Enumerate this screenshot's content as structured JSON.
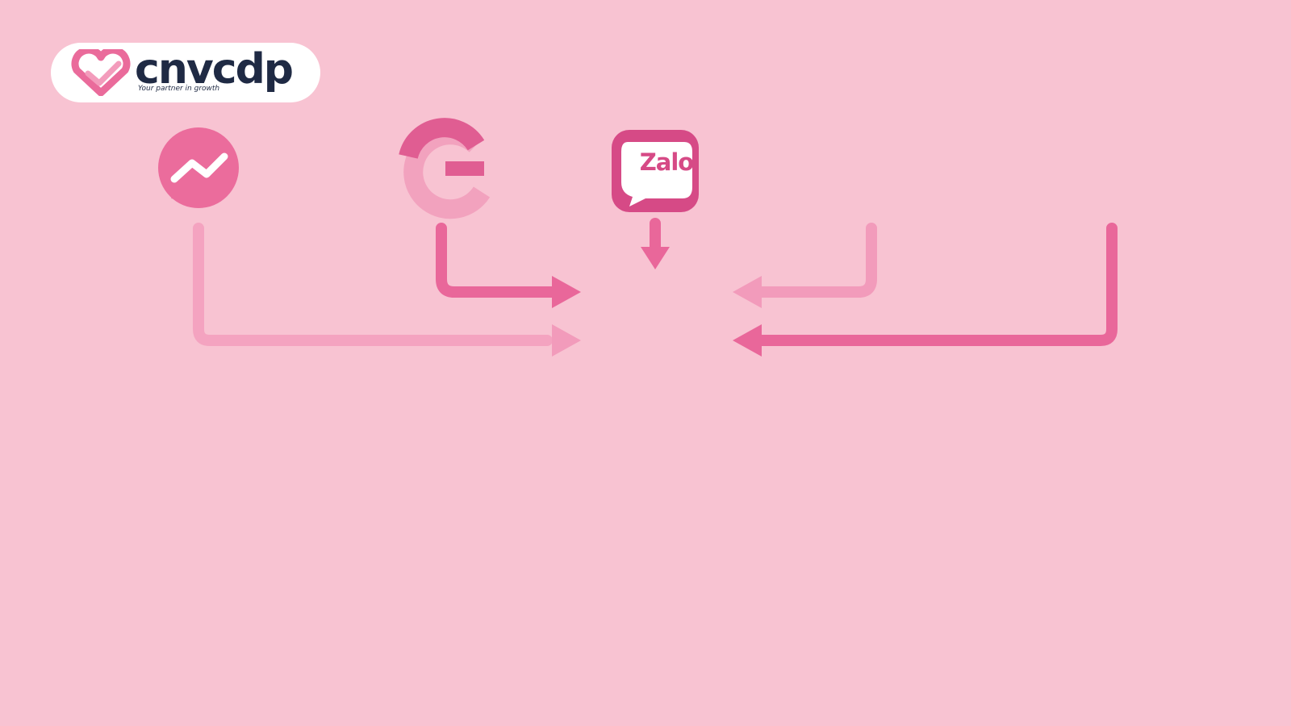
{
  "brand": {
    "name": "cnvcdp",
    "tagline": "Your partner in growth"
  },
  "sources": {
    "messenger": "messenger-icon",
    "google": "google-icon",
    "zalo": {
      "icon": "zalo-icon",
      "label": "Zalo"
    },
    "website": "website-icon",
    "call_center": "headset-icon"
  },
  "hub": {
    "vault": "vault-lock-icon",
    "processing": "gear-funnel-icon",
    "segments": "segment-blocks-icon",
    "agent": "agent-headset-clipboard-icon",
    "audiences": [
      "person-light-icon",
      "person-magenta-icon",
      "person-coral-icon"
    ]
  },
  "colors": {
    "background": "#f8c3d2",
    "pink": "#e9679a",
    "light_pink": "#f29bbb",
    "magenta": "#d13d80",
    "coral": "#ef7270",
    "navy": "#1f2a44"
  }
}
